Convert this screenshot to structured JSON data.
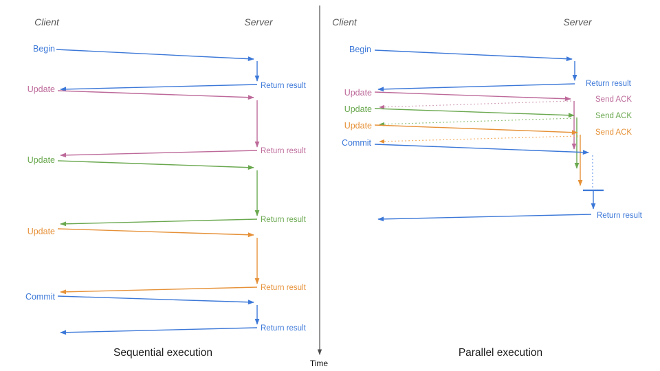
{
  "colors": {
    "blue": "#3c78d8",
    "blue_light": "#6d9eeb",
    "pink": "#bd6a9a",
    "pink_light": "#d5a6bd",
    "green": "#6aa84f",
    "green_light": "#93c47d",
    "orange": "#e69138",
    "orange_light": "#f6b26b",
    "axis": "#4d4d4d",
    "header_gray": "#595959",
    "title_dark": "#1c1c1c"
  },
  "left_panel": {
    "client_header": "Client",
    "server_header": "Server",
    "title": "Sequential execution",
    "messages": [
      {
        "label": "Begin",
        "response": "Return result"
      },
      {
        "label": "Update",
        "response": "Return result"
      },
      {
        "label": "Update",
        "response": "Return result"
      },
      {
        "label": "Update",
        "response": "Return result"
      },
      {
        "label": "Commit",
        "response": "Return result"
      }
    ]
  },
  "right_panel": {
    "client_header": "Client",
    "server_header": "Server",
    "title": "Parallel execution",
    "messages": [
      {
        "label": "Begin",
        "response": "Return result"
      },
      {
        "label": "Update",
        "response": "Send ACK"
      },
      {
        "label": "Update",
        "response": "Send ACK"
      },
      {
        "label": "Update",
        "response": "Send ACK"
      },
      {
        "label": "Commit",
        "response": "Return result"
      }
    ]
  },
  "time_axis": {
    "label": "Time"
  }
}
